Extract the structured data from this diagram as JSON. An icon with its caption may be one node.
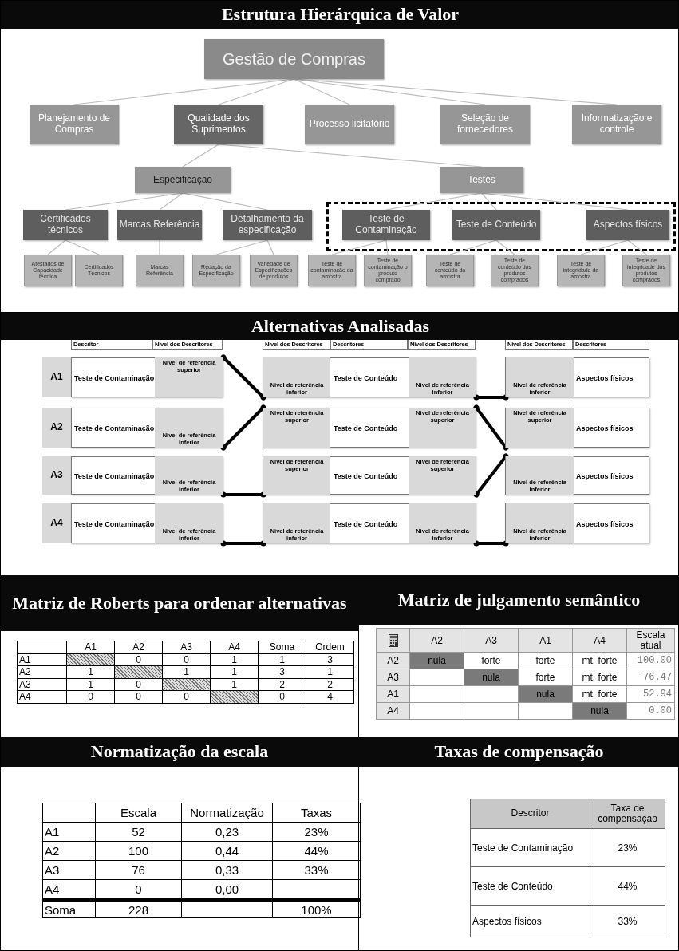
{
  "diagram": {
    "nodes": [
      {
        "text": [
          "Gestão de Compras"
        ]
      },
      {
        "text": [
          "Planejamento de Compras"
        ]
      },
      {
        "text": [
          "Qualidade dos Suprimentos"
        ]
      },
      {
        "text": [
          "Processo licitatório"
        ]
      },
      {
        "text": [
          "Seleção de fornecedores"
        ]
      },
      {
        "text": [
          "Informatização e controle"
        ]
      },
      {
        "text": [
          "Especificação"
        ]
      },
      {
        "text": [
          "Testes"
        ]
      },
      {
        "text": [
          "Certificados técnicos"
        ]
      },
      {
        "text": [
          "Marcas Referência"
        ]
      },
      {
        "text": [
          "Detalhamento da especificação"
        ]
      },
      {
        "text": [
          "Teste de Contaminação"
        ]
      },
      {
        "text": [
          "Teste de Conteúdo"
        ]
      },
      {
        "text": [
          "Aspectos físicos"
        ]
      },
      {
        "text": [
          "Atestados de Capacidade técnica"
        ]
      },
      {
        "text": [
          "Certificados Técnicos"
        ]
      },
      {
        "text": [
          "Marcas Referência"
        ]
      },
      {
        "text": [
          "Redação da Especificação"
        ]
      },
      {
        "text": [
          "Variedade de Especificações de produtos"
        ]
      },
      {
        "text": [
          "Teste de contaminação da amostra"
        ]
      },
      {
        "text": [
          "Teste de contaminação o produto comprado"
        ]
      },
      {
        "text": [
          "Teste de conteúdo da amostra"
        ]
      },
      {
        "text": [
          "Teste de conteúdo dos produtos comprados"
        ]
      },
      {
        "text": [
          "Teste de integridade da amostra"
        ]
      },
      {
        "text": [
          "Teste de integridade dos produtos comprados"
        ]
      },
      {
        "text": [
          "A1"
        ]
      },
      {
        "text": [
          "Teste de Contaminação"
        ]
      },
      {
        "text": [
          "Nivel de referência superior"
        ],
        "in": 26
      },
      {
        "text": [
          "Teste de Conteúdo"
        ]
      },
      {
        "text": [
          "Nivel de referência inferior"
        ],
        "in": 28
      },
      {
        "text": [
          "Nivel de referência inferior"
        ],
        "in": 28
      },
      {
        "text": [
          "Aspectos físicos"
        ]
      },
      {
        "text": [
          "Nivel de referência inferior"
        ],
        "in": 31
      },
      {
        "text": [
          "A2"
        ]
      },
      {
        "text": [
          "Teste de Contaminação"
        ]
      },
      {
        "text": [
          "Nivel de referência inferior"
        ],
        "in": 34
      },
      {
        "text": [
          "Teste de Conteúdo"
        ]
      },
      {
        "text": [
          "Nivel de referência superior"
        ],
        "in": 36
      },
      {
        "text": [
          "Nivel de referência superior"
        ],
        "in": 36
      },
      {
        "text": [
          "Aspectos físicos"
        ]
      },
      {
        "text": [
          "Nivel de referência superior"
        ],
        "in": 39
      },
      {
        "text": [
          "A3"
        ]
      },
      {
        "text": [
          "Teste de Contaminação"
        ]
      },
      {
        "text": [
          "Nivel de referência inferior"
        ],
        "in": 42
      },
      {
        "text": [
          "Teste de Conteúdo"
        ]
      },
      {
        "text": [
          "Nivel de referência superior"
        ],
        "in": 44
      },
      {
        "text": [
          "Nivel de referência superior"
        ],
        "in": 44
      },
      {
        "text": [
          "Aspectos físicos"
        ]
      },
      {
        "text": [
          "Nivel de referência inferior"
        ],
        "in": 47
      },
      {
        "text": [
          "A4"
        ]
      },
      {
        "text": [
          "Teste de Contaminação"
        ]
      },
      {
        "text": [
          "Nivel de referência inferior"
        ],
        "in": 50
      },
      {
        "text": [
          "Teste de Conteúdo"
        ]
      },
      {
        "text": [
          "Nivel de referência inferior"
        ],
        "in": 52
      },
      {
        "text": [
          "Nivel de referência inferior"
        ],
        "in": 52
      },
      {
        "text": [
          "Aspectos físicos"
        ]
      },
      {
        "text": [
          "Nivel de referência inferior"
        ],
        "in": 55
      }
    ],
    "edges": [
      {
        "from": 0,
        "to": 1,
        "arrow": "none"
      },
      {
        "from": 0,
        "to": 2,
        "arrow": "none"
      },
      {
        "from": 0,
        "to": 3,
        "arrow": "none"
      },
      {
        "from": 0,
        "to": 4,
        "arrow": "none"
      },
      {
        "from": 0,
        "to": 5,
        "arrow": "none"
      },
      {
        "from": 2,
        "to": 6,
        "arrow": "none"
      },
      {
        "from": 2,
        "to": 7,
        "arrow": "none"
      },
      {
        "from": 6,
        "to": 8,
        "arrow": "none"
      },
      {
        "from": 6,
        "to": 9,
        "arrow": "none"
      },
      {
        "from": 6,
        "to": 10,
        "arrow": "none"
      },
      {
        "from": 7,
        "to": 11,
        "arrow": "none"
      },
      {
        "from": 7,
        "to": 12,
        "arrow": "none"
      },
      {
        "from": 7,
        "to": 13,
        "arrow": "none"
      },
      {
        "from": 8,
        "to": 14,
        "arrow": "none"
      },
      {
        "from": 8,
        "to": 15,
        "arrow": "none"
      },
      {
        "from": 9,
        "to": 16,
        "arrow": "none"
      },
      {
        "from": 10,
        "to": 17,
        "arrow": "none"
      },
      {
        "from": 10,
        "to": 18,
        "arrow": "none"
      },
      {
        "from": 11,
        "to": 19,
        "arrow": "none"
      },
      {
        "from": 11,
        "to": 20,
        "arrow": "none"
      },
      {
        "from": 12,
        "to": 21,
        "arrow": "none"
      },
      {
        "from": 12,
        "to": 22,
        "arrow": "none"
      },
      {
        "from": 13,
        "to": 23,
        "arrow": "none"
      },
      {
        "from": 13,
        "to": 24,
        "arrow": "none"
      },
      {
        "from": 27,
        "to": 29,
        "arrow": "other",
        "style": "thick",
        "color": "#000000"
      },
      {
        "from": 30,
        "to": 32,
        "arrow": "other",
        "style": "thick",
        "color": "#000000"
      },
      {
        "from": 35,
        "to": 37,
        "arrow": "other",
        "style": "thick",
        "color": "#000000"
      },
      {
        "from": 38,
        "to": 40,
        "arrow": "other",
        "style": "thick",
        "color": "#000000"
      },
      {
        "from": 43,
        "to": 45,
        "arrow": "other",
        "style": "thick",
        "color": "#000000"
      },
      {
        "from": 46,
        "to": 48,
        "arrow": "other",
        "style": "thick",
        "color": "#000000"
      },
      {
        "from": 51,
        "to": 53,
        "arrow": "other",
        "style": "thick",
        "color": "#000000"
      },
      {
        "from": 54,
        "to": 56,
        "arrow": "other",
        "style": "thick",
        "color": "#000000"
      }
    ],
    "labels": [
      "Estrutura Hierárquica de Valor",
      "Alternativas Analisadas",
      "Descritor",
      "Nivel dos Descritores",
      "Nivel dos Descritores",
      "Descritores",
      "Nivel dos Descritores",
      "Nivel dos Descritores",
      "Descritores",
      "Matriz de Roberts para ordenar alternativas",
      "Matriz de julgamento semântico",
      "A1",
      "A2",
      "A3",
      "A4",
      "Soma",
      "Ordem",
      "A1",
      "0",
      "0",
      "1",
      "1",
      "3",
      "A2",
      "1",
      "1",
      "1",
      "3",
      "1",
      "A3",
      "1",
      "0",
      "1",
      "2",
      "2",
      "A4",
      "0",
      "0",
      "0",
      "0",
      "4",
      "A2",
      "A3",
      "A1",
      "A4",
      "Escala atual",
      "A2",
      "nula",
      "forte",
      "forte",
      "mt. forte",
      "100.00",
      "A3",
      "nula",
      "forte",
      "mt. forte",
      "76.47",
      "A1",
      "nula",
      "mt. forte",
      "52.94",
      "A4",
      "nula",
      "0.00",
      "Normatização da escala",
      "Taxas de compensação",
      "Escala",
      "Normatização",
      "Taxas",
      "A1",
      "52",
      "0,23",
      "23%",
      "A2",
      "100",
      "0,44",
      "44%",
      "A3",
      "76",
      "0,33",
      "33%",
      "A4",
      "0",
      "0,00",
      "Soma",
      "228",
      "100%",
      "Descritor",
      "Taxa de compensação",
      "Teste de Contaminação",
      "23%",
      "Teste de Conteúdo",
      "44%",
      "Aspectos físicos",
      "33%"
    ]
  }
}
